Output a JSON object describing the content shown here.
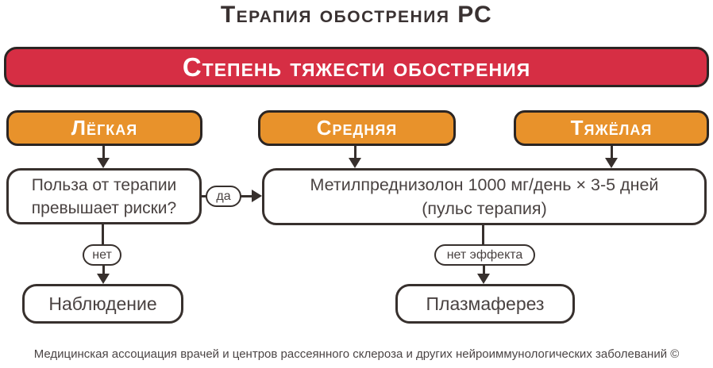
{
  "title": "Терапия обострения РС",
  "banner": {
    "label": "Степень тяжести обострения"
  },
  "severity_levels": [
    {
      "label": "Лёгкая"
    },
    {
      "label": "Средняя"
    },
    {
      "label": "Тяжёлая"
    }
  ],
  "boxes": {
    "benefit_question": {
      "line1": "Польза от терапии",
      "line2": "превышает риски?"
    },
    "pulse_therapy": {
      "line1": "Метилпреднизолон 1000 мг/день × 3-5 дней",
      "line2": "(пульс терапия)"
    },
    "observation": {
      "label": "Наблюдение"
    },
    "plasmapheresis": {
      "label": "Плазмаферез"
    }
  },
  "connectors": {
    "yes": "да",
    "no": "нет",
    "no_effect": "нет эффекта"
  },
  "footer": "Медицинская ассоциация врачей и центров рассеянного склероза и других нейроиммунологических заболеваний ©",
  "colors": {
    "banner_bg": "#d62e44",
    "severity_bg": "#e8922b",
    "line": "#37302d",
    "line_dark": "#2b2523",
    "title": "#3a3232",
    "text": "#494241",
    "footer": "#4b4545"
  }
}
